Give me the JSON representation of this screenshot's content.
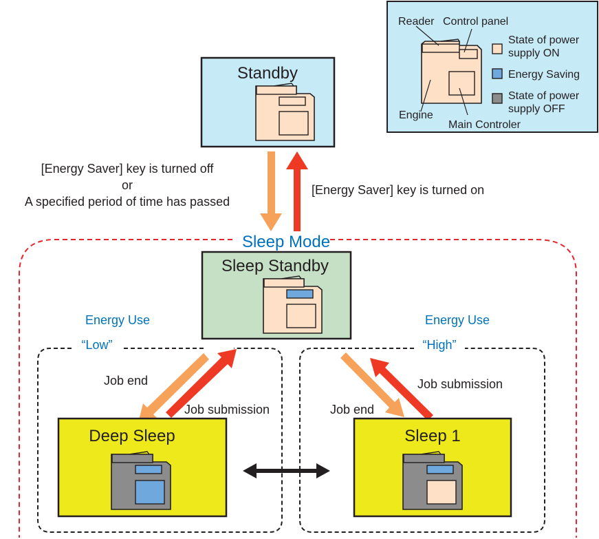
{
  "states": {
    "standby": "Standby",
    "sleep_standby": "Sleep Standby",
    "deep_sleep": "Deep Sleep",
    "sleep1": "Sleep 1"
  },
  "sleep_mode_label": "Sleep Mode",
  "transitions": {
    "to_sleep_line1": "[Energy Saver] key is turned off",
    "to_sleep_line2": "or",
    "to_sleep_line3": "A specified period of time has passed",
    "to_standby": "[Energy Saver] key is turned on",
    "job_end_left": "Job end",
    "job_submission_left": "Job submission",
    "job_end_right": "Job end",
    "job_submission_right": "Job submission"
  },
  "energy_use": {
    "left_label": "Energy Use",
    "left_value": "“Low”",
    "right_label": "Energy Use",
    "right_value": "“High”"
  },
  "legend": {
    "reader": "Reader",
    "control_panel": "Control panel",
    "engine": "Engine",
    "main_controller": "Main Controler",
    "on_line1": "State of power",
    "on_line2": "supply ON",
    "saving": "Energy Saving",
    "off_line1": "State of power",
    "off_line2": "supply OFF"
  },
  "colors": {
    "power_on": "#fde0c5",
    "energy_saving": "#6fa8dc",
    "power_off": "#8c8c8c",
    "standby_bg": "#c7eaf7",
    "sleep_standby_bg": "#c5e0c5",
    "sleep_bg": "#ede91a",
    "legend_bg": "#c7eaf7",
    "arrow_down": "#f7a25a",
    "arrow_up": "#ee3a24",
    "sleep_mode_border": "#e8232b",
    "energy_text": "#0072bc"
  }
}
